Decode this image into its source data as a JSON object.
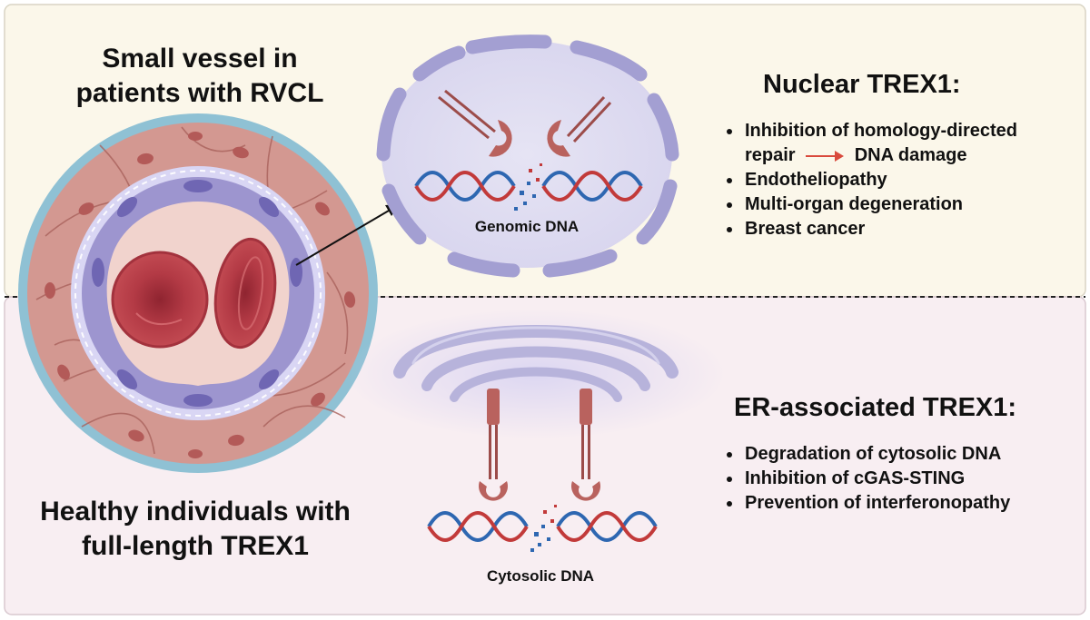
{
  "top_panel": {
    "vessel_title_line1": "Small vessel in",
    "vessel_title_line2": "patients with RVCL",
    "nucleus_label": "Genomic DNA",
    "heading": "Nuclear TREX1:",
    "bullets": [
      "Inhibition of homology-directed",
      "repair",
      "DNA damage",
      "Endotheliopathy",
      "Multi-organ degeneration",
      "Breast cancer"
    ]
  },
  "bottom_panel": {
    "title_line1": "Healthy individuals with",
    "title_line2": "full-length TREX1",
    "er_label": "Cytosolic DNA",
    "heading": "ER-associated TREX1:",
    "bullets": [
      "Degradation of cytosolic DNA",
      "Inhibition of cGAS-STING",
      "Prevention of interferonopathy"
    ]
  },
  "colors": {
    "top_bg": "#fbf7ea",
    "bottom_bg": "#f8eef2",
    "vessel_outer": "#8fc1d4",
    "vessel_wall": "#c9867f",
    "endothelium": "#9d95cf",
    "lumen": "#f1d3cd",
    "rbc": "#b8404a",
    "dna_red": "#c23a3a",
    "dna_blue": "#2e67b1",
    "trex1": "#b9625e",
    "membrane": "#b7b3db",
    "arrow_red": "#d94a3c"
  }
}
